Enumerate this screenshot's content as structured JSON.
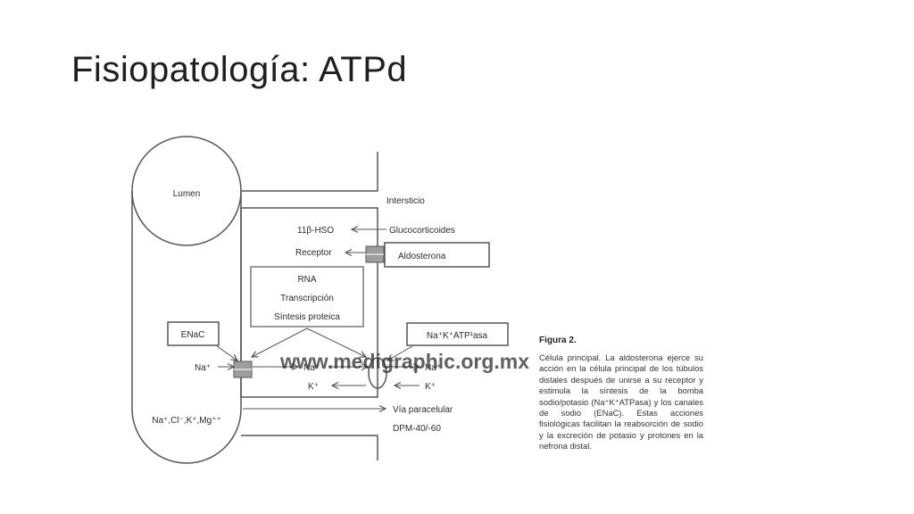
{
  "slide": {
    "title": "Fisiopatología: ATPd"
  },
  "diagram": {
    "lumen": "Lumen",
    "intersticio": "Intersticio",
    "hso": "11β-HSO",
    "glucocorticoides": "Glucocorticoides",
    "receptor": "Receptor",
    "aldosterona": "Aldosterona",
    "rna": "RNA",
    "transcripcion": "Transcripción",
    "sintesis": "Síntesis proteica",
    "enac": "ENaC",
    "pump_label": "Na⁺K⁺ATP¹asa",
    "na_lumen": "Na⁺",
    "na_cell": "Na⁺",
    "na_out": "Na⁺",
    "k_cell": "K⁺",
    "k_out": "K⁺",
    "lumen_ions": "Na⁺,Cl⁻,K⁺,Mg⁺⁺",
    "via_paracelular": "Vía paracelular",
    "dpm": "DPM-40/-60",
    "watermark": "www.medigraphic.org.mx"
  },
  "figure": {
    "label": "Figura 2.",
    "caption": "Célula principal. La aldosterona ejerce su acción en la célula principal de los túbulos distales después de unirse a su receptor y estimula la síntesis de la bomba sodio/potasio (Na⁺K⁺ATPasa) y los canales de sodio (ENaC). Estas acciones fisiológicas facilitan la reabsorción de sodio y la excreción de potasio y protones en la nefrona distal."
  }
}
